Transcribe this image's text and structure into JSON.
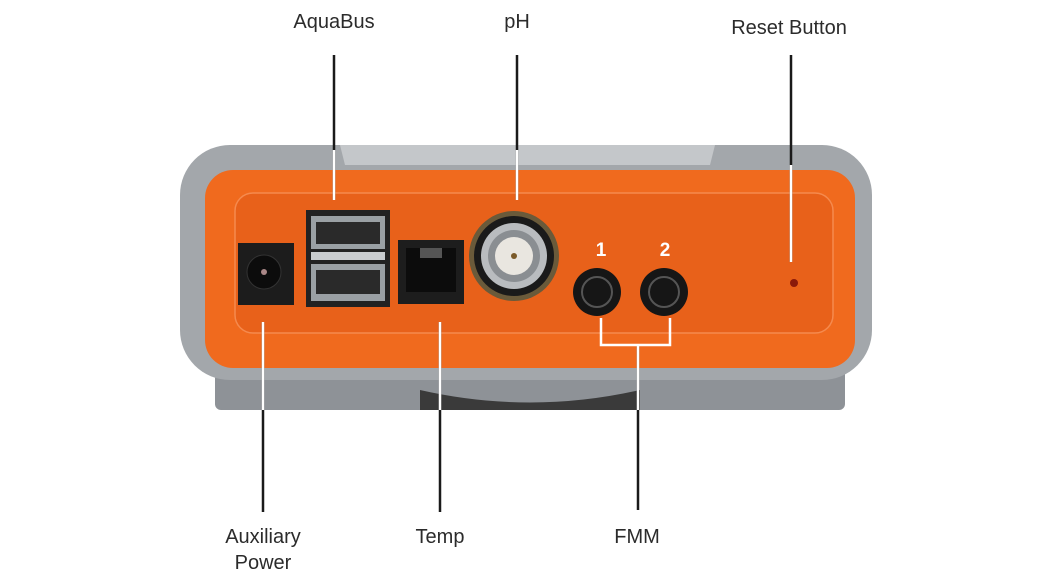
{
  "labels": {
    "aquabus": "AquaBus",
    "ph": "pH",
    "reset": "Reset Button",
    "aux_line1": "Auxiliary",
    "aux_line2": "Power",
    "temp": "Temp",
    "fmm": "FMM"
  },
  "port_numbers": [
    "1",
    "2"
  ],
  "colors": {
    "body_orange": "#f26a1f",
    "case_gray": "#9a9ea3",
    "callout_line": "#1a1a1a"
  }
}
